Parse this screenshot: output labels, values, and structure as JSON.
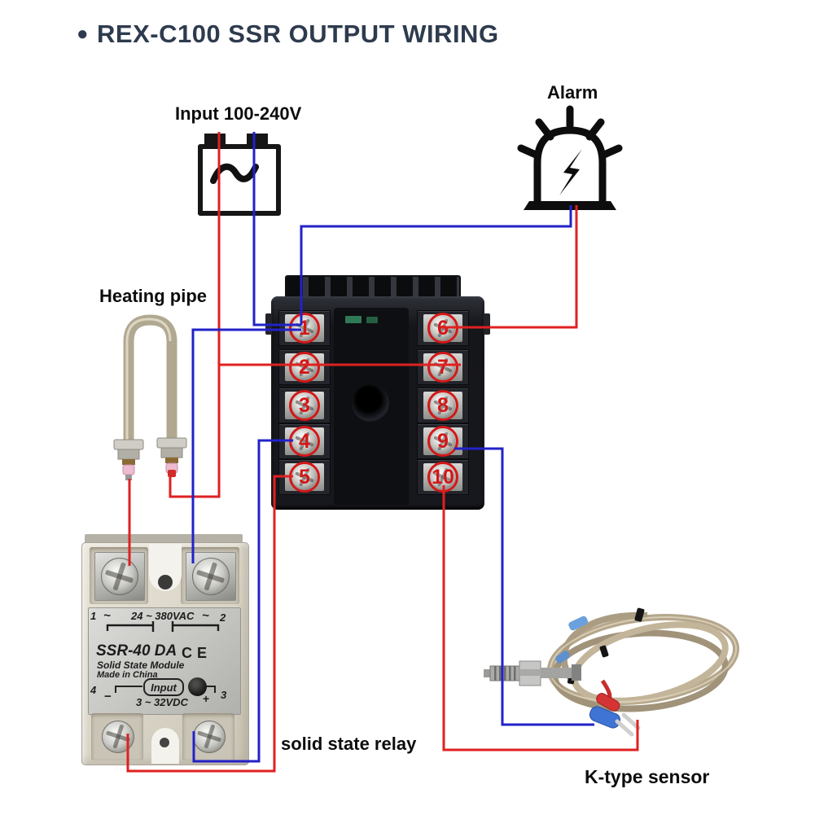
{
  "title": {
    "bullet": "●",
    "text": "REX-C100 SSR OUTPUT WIRING"
  },
  "labels": {
    "power_input": "Input 100-240V",
    "alarm": "Alarm",
    "heating_pipe": "Heating pipe",
    "solid_state_relay": "solid state relay",
    "k_type_sensor": "K-type sensor"
  },
  "controller": {
    "left_terminals": [
      "1",
      "2",
      "3",
      "4",
      "5"
    ],
    "right_terminals": [
      "6",
      "7",
      "8",
      "9",
      "10"
    ]
  },
  "ssr": {
    "corner_1": "1",
    "corner_2": "2",
    "corner_3": "3",
    "corner_4": "4",
    "tilde_left": "~",
    "tilde_right": "~",
    "ac_rating": "24 ~ 380VAC",
    "model": "SSR-40 DA",
    "module_line": "Solid State Module",
    "origin_line": "Made in China",
    "ce_mark": "CE",
    "input_label": "Input",
    "dc_rating": "3 ~ 32VDC",
    "minus_sign": "−",
    "plus_sign": "+"
  },
  "colors": {
    "wire_red": "#df2121",
    "wire_blue": "#2222c8",
    "terminal_mark": "#d21818",
    "title_text": "#2e3b4e"
  }
}
